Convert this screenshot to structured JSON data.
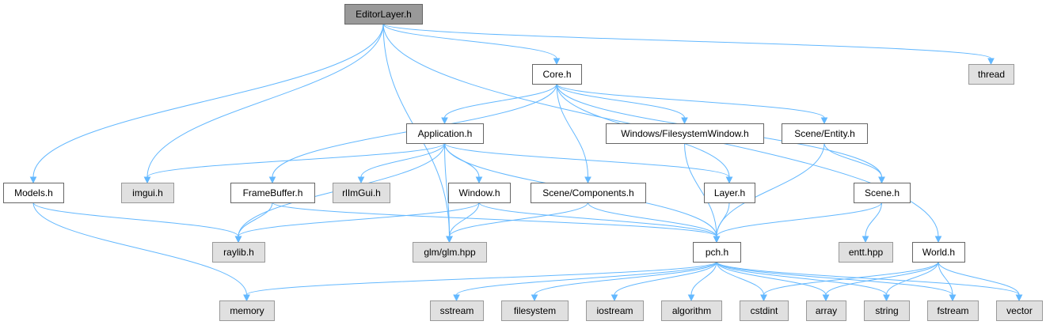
{
  "colors": {
    "root_fill": "#999999",
    "local_fill": "#ffffff",
    "external_fill": "#e0e0e0",
    "root_stroke": "#666666",
    "local_stroke": "#666666",
    "external_stroke": "#999999",
    "edge": "#63b8ff"
  },
  "nodes": [
    {
      "id": "editorlayer",
      "label": "EditorLayer.h",
      "kind": "root"
    },
    {
      "id": "core",
      "label": "Core.h",
      "kind": "local"
    },
    {
      "id": "thread",
      "label": "thread",
      "kind": "external"
    },
    {
      "id": "application",
      "label": "Application.h",
      "kind": "local"
    },
    {
      "id": "windows_fs",
      "label": "Windows/FilesystemWindow.h",
      "kind": "local"
    },
    {
      "id": "scene_entity",
      "label": "Scene/Entity.h",
      "kind": "local"
    },
    {
      "id": "models",
      "label": "Models.h",
      "kind": "local"
    },
    {
      "id": "imgui",
      "label": "imgui.h",
      "kind": "external"
    },
    {
      "id": "framebuffer",
      "label": "FrameBuffer.h",
      "kind": "local"
    },
    {
      "id": "rlimgui",
      "label": "rlImGui.h",
      "kind": "external"
    },
    {
      "id": "window",
      "label": "Window.h",
      "kind": "local"
    },
    {
      "id": "scene_components",
      "label": "Scene/Components.h",
      "kind": "local"
    },
    {
      "id": "layer",
      "label": "Layer.h",
      "kind": "local"
    },
    {
      "id": "scene",
      "label": "Scene.h",
      "kind": "local"
    },
    {
      "id": "raylib",
      "label": "raylib.h",
      "kind": "external"
    },
    {
      "id": "glm",
      "label": "glm/glm.hpp",
      "kind": "external"
    },
    {
      "id": "pch",
      "label": "pch.h",
      "kind": "local"
    },
    {
      "id": "entt",
      "label": "entt.hpp",
      "kind": "external"
    },
    {
      "id": "world",
      "label": "World.h",
      "kind": "local"
    },
    {
      "id": "memory",
      "label": "memory",
      "kind": "external"
    },
    {
      "id": "sstream",
      "label": "sstream",
      "kind": "external"
    },
    {
      "id": "filesystem",
      "label": "filesystem",
      "kind": "external"
    },
    {
      "id": "iostream",
      "label": "iostream",
      "kind": "external"
    },
    {
      "id": "algorithm",
      "label": "algorithm",
      "kind": "external"
    },
    {
      "id": "cstdint",
      "label": "cstdint",
      "kind": "external"
    },
    {
      "id": "array",
      "label": "array",
      "kind": "external"
    },
    {
      "id": "string",
      "label": "string",
      "kind": "external"
    },
    {
      "id": "fstream",
      "label": "fstream",
      "kind": "external"
    },
    {
      "id": "vector",
      "label": "vector",
      "kind": "external"
    }
  ],
  "edges": [
    [
      "editorlayer",
      "core"
    ],
    [
      "editorlayer",
      "thread"
    ],
    [
      "editorlayer",
      "models"
    ],
    [
      "editorlayer",
      "imgui"
    ],
    [
      "editorlayer",
      "glm"
    ],
    [
      "editorlayer",
      "world"
    ],
    [
      "core",
      "application"
    ],
    [
      "core",
      "framebuffer"
    ],
    [
      "core",
      "windows_fs"
    ],
    [
      "core",
      "scene_entity"
    ],
    [
      "core",
      "scene_components"
    ],
    [
      "core",
      "layer"
    ],
    [
      "core",
      "scene"
    ],
    [
      "application",
      "imgui"
    ],
    [
      "application",
      "raylib"
    ],
    [
      "application",
      "rlimgui"
    ],
    [
      "application",
      "window"
    ],
    [
      "application",
      "glm"
    ],
    [
      "application",
      "layer"
    ],
    [
      "application",
      "pch"
    ],
    [
      "models",
      "raylib"
    ],
    [
      "models",
      "memory"
    ],
    [
      "framebuffer",
      "raylib"
    ],
    [
      "framebuffer",
      "pch"
    ],
    [
      "window",
      "raylib"
    ],
    [
      "window",
      "glm"
    ],
    [
      "window",
      "pch"
    ],
    [
      "scene_components",
      "glm"
    ],
    [
      "scene_components",
      "pch"
    ],
    [
      "layer",
      "pch"
    ],
    [
      "windows_fs",
      "pch"
    ],
    [
      "scene_entity",
      "pch"
    ],
    [
      "scene_entity",
      "scene"
    ],
    [
      "scene",
      "pch"
    ],
    [
      "scene",
      "entt"
    ],
    [
      "pch",
      "memory"
    ],
    [
      "pch",
      "sstream"
    ],
    [
      "pch",
      "filesystem"
    ],
    [
      "pch",
      "iostream"
    ],
    [
      "pch",
      "algorithm"
    ],
    [
      "pch",
      "cstdint"
    ],
    [
      "pch",
      "array"
    ],
    [
      "pch",
      "string"
    ],
    [
      "pch",
      "fstream"
    ],
    [
      "pch",
      "vector"
    ],
    [
      "world",
      "cstdint"
    ],
    [
      "world",
      "array"
    ],
    [
      "world",
      "string"
    ],
    [
      "world",
      "fstream"
    ],
    [
      "world",
      "vector"
    ]
  ]
}
